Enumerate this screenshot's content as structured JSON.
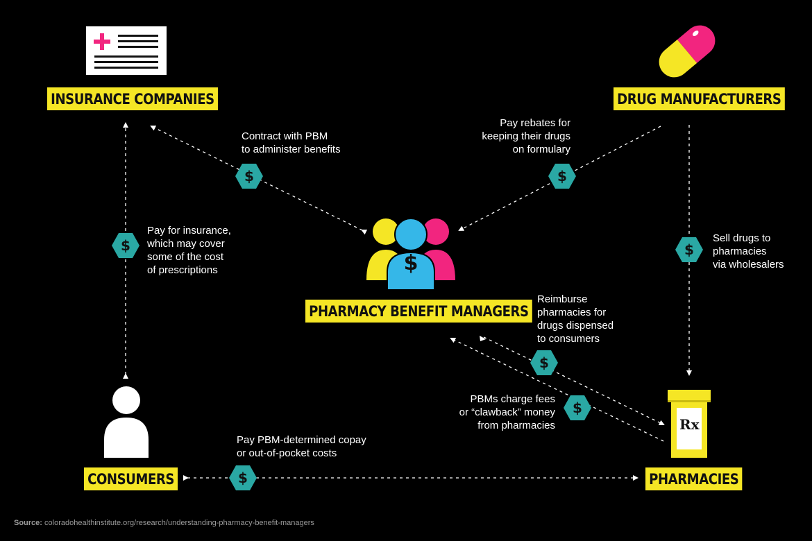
{
  "nodes": {
    "insurance": "INSURANCE COMPANIES",
    "manufacturers": "DRUG MANUFACTURERS",
    "pbm": "PHARMACY BENEFIT MANAGERS",
    "consumers": "CONSUMERS",
    "pharmacies": "PHARMACIES"
  },
  "flows": {
    "contract": [
      "Contract with PBM",
      "to administer benefits"
    ],
    "rebates": [
      "Pay rebates for",
      "keeping their drugs",
      "on formulary"
    ],
    "insurance_pay": [
      "Pay for insurance,",
      "which may cover",
      "some of the cost",
      "of prescriptions"
    ],
    "sell": [
      "Sell drugs to",
      "pharmacies",
      "via wholesalers"
    ],
    "reimburse": [
      "Reimburse",
      "pharmacies for",
      "drugs dispensed",
      "to consumers"
    ],
    "fees": [
      "PBMs charge fees",
      "or “clawback” money",
      "from pharmacies"
    ],
    "copay": [
      "Pay PBM-determined copay",
      "or out-of-pocket costs"
    ]
  },
  "money_symbol": "$",
  "rx_symbol": "Rx",
  "source": {
    "label": "Source:",
    "text": "coloradohealthinstitute.org/research/understanding-pharmacy-benefit-managers"
  },
  "colors": {
    "label_bg": "#f5e625",
    "hex": "#2aa8a4",
    "pink": "#f2257f",
    "yellow": "#f5e625",
    "blue": "#35b7e8"
  }
}
